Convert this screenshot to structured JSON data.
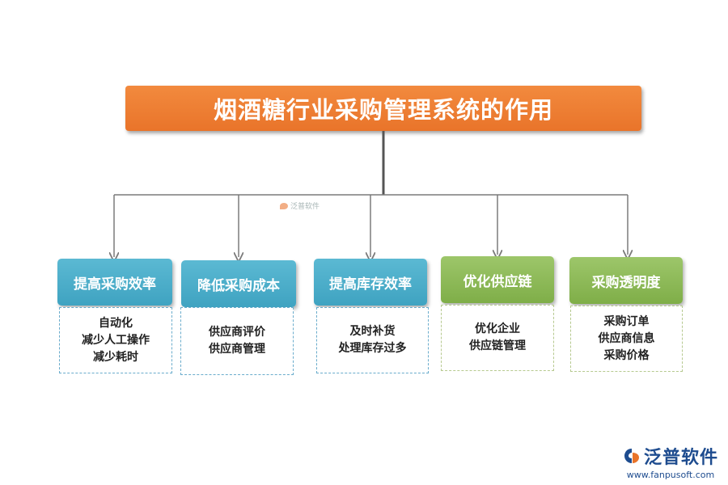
{
  "title": "烟酒糖行业采购管理系统的作用",
  "watermark_small": "泛普软件",
  "categories": [
    {
      "label": "提高采购效率",
      "color": "blue",
      "details": [
        "自动化",
        "减少人工操作",
        "减少耗时"
      ]
    },
    {
      "label": "降低采购成本",
      "color": "blue",
      "details": [
        "供应商评价",
        "供应商管理"
      ]
    },
    {
      "label": "提高库存效率",
      "color": "blue",
      "details": [
        "及时补货",
        "处理库存过多"
      ]
    },
    {
      "label": "优化供应链",
      "color": "green",
      "details": [
        "优化企业",
        "供应链管理"
      ]
    },
    {
      "label": "采购透明度",
      "color": "green",
      "details": [
        "采购订单",
        "供应商信息",
        "采购价格"
      ]
    }
  ],
  "logo": {
    "name": "泛普软件",
    "url": "www.fanpusoft.com"
  },
  "colors": {
    "title": "#ec7b2f",
    "blue": "#4aaecb",
    "green": "#8bbb58",
    "line": "#7a7a7a"
  }
}
